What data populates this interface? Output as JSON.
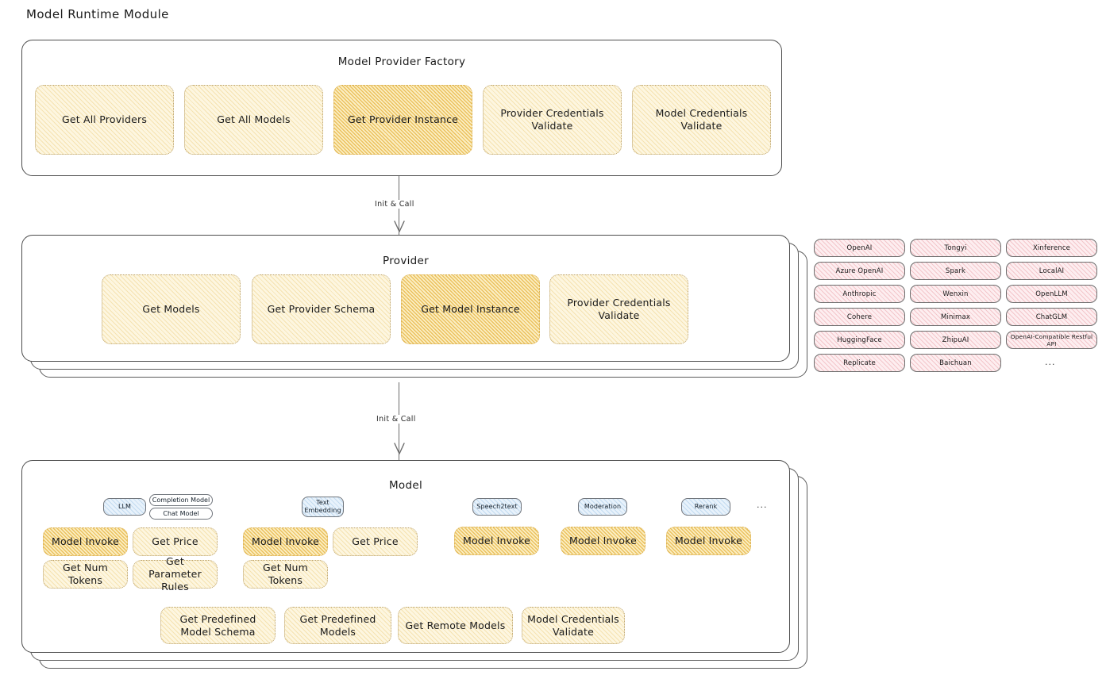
{
  "page": {
    "title": "Model Runtime Module"
  },
  "factory": {
    "title": "Model Provider Factory",
    "nodes": [
      {
        "label": "Get All Providers",
        "highlighted": false
      },
      {
        "label": "Get All Models",
        "highlighted": false
      },
      {
        "label": "Get Provider Instance",
        "highlighted": true
      },
      {
        "label": "Provider Credentials Validate",
        "highlighted": false
      },
      {
        "label": "Model Credentials Validate",
        "highlighted": false
      }
    ]
  },
  "connectors": [
    {
      "label": "Init & Call"
    },
    {
      "label": "Init & Call"
    }
  ],
  "provider": {
    "title": "Provider",
    "nodes": [
      {
        "label": "Get Models",
        "highlighted": false
      },
      {
        "label": "Get Provider Schema",
        "highlighted": false
      },
      {
        "label": "Get Model Instance",
        "highlighted": true
      },
      {
        "label": "Provider Credentials Validate",
        "highlighted": false
      }
    ]
  },
  "provider_list": {
    "columns": [
      [
        "OpenAI",
        "Azure OpenAI",
        "Anthropic",
        "Cohere",
        "HuggingFace",
        "Replicate"
      ],
      [
        "Tongyi",
        "Spark",
        "Wenxin",
        "Minimax",
        "ZhipuAI",
        "Baichuan"
      ],
      [
        "Xinference",
        "LocalAI",
        "OpenLLM",
        "ChatGLM",
        "OpenAI-Compatible Restful API"
      ]
    ],
    "more": "..."
  },
  "model": {
    "title": "Model",
    "more": "...",
    "types": [
      {
        "name": "LLM",
        "sub_chips": [
          "Completion Model",
          "Chat Model"
        ],
        "nodes": [
          {
            "label": "Model Invoke",
            "highlighted": true
          },
          {
            "label": "Get Price",
            "highlighted": false
          },
          {
            "label": "Get Num Tokens",
            "highlighted": false
          },
          {
            "label": "Get Parameter Rules",
            "highlighted": false
          }
        ]
      },
      {
        "name": "Text Embedding",
        "sub_chips": [],
        "nodes": [
          {
            "label": "Model Invoke",
            "highlighted": true
          },
          {
            "label": "Get Price",
            "highlighted": false
          },
          {
            "label": "Get Num Tokens",
            "highlighted": false
          }
        ]
      },
      {
        "name": "Speech2text",
        "sub_chips": [],
        "nodes": [
          {
            "label": "Model Invoke",
            "highlighted": true
          }
        ]
      },
      {
        "name": "Moderation",
        "sub_chips": [],
        "nodes": [
          {
            "label": "Model Invoke",
            "highlighted": true
          }
        ]
      },
      {
        "name": "Rerank",
        "sub_chips": [],
        "nodes": [
          {
            "label": "Model Invoke",
            "highlighted": true
          }
        ]
      }
    ],
    "common_nodes": [
      {
        "label": "Get Predefined Model Schema"
      },
      {
        "label": "Get Predefined Models"
      },
      {
        "label": "Get Remote Models"
      },
      {
        "label": "Model Credentials Validate"
      }
    ]
  },
  "colors": {
    "node_fill": "#fdf6e0",
    "node_highlight_fill": "#fbeec2",
    "provider_chip_fill": "#fdeef0",
    "type_chip_fill": "#e8f2fb",
    "panel_border": "#4d4d4d"
  }
}
